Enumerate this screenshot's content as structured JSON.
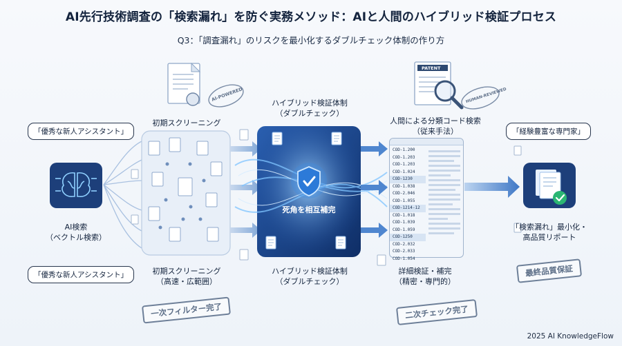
{
  "title": "AI先行技術調査の「検索漏れ」を防ぐ実務メソッド：AIと人間のハイブリッド検証プロセス",
  "subtitle": "Q3：「調査漏れ」のリスクを最小化するダブルチェック体制の作り方",
  "left": {
    "bubble_top": "「優秀な新人アシスタント」",
    "bubble_bottom": "「優秀な新人アシスタント」",
    "ai_label_line1": "AI検索",
    "ai_label_line2": "（ベクトル検索）",
    "screening_top": "初期スクリーニング",
    "screening_bottom_line1": "初期スクリーニング",
    "screening_bottom_line2": "（高速・広範囲）",
    "badge_text": "AI-POWERED",
    "stamp": "一次フィルター完了"
  },
  "center": {
    "top_line1": "ハイブリッド検証体制",
    "top_line2": "（ダブルチェック）",
    "bottom_line1": "ハイブリッド検証体制",
    "bottom_line2": "（ダブルチェック）",
    "core_label": "死角を相互補完"
  },
  "right": {
    "human_line1": "人間による分類コード検索",
    "human_line2": "（従来手法）",
    "patent_label": "PATENT",
    "badge_text": "HUMAN-REVIEWED",
    "codes": [
      "COD-1.200",
      "COD-1.203",
      "COD-1.203",
      "COD-1.024",
      "COD-1230",
      "COD-1.038",
      "COD-2.046",
      "COD-1.055",
      "COD-1214-12",
      "COD-1.018",
      "COD-1.039",
      "COD-1.059",
      "COD-1250",
      "COD-2.032",
      "COD-2.033",
      "COD-1.054"
    ],
    "highlighted_codes": [
      4,
      8,
      12
    ],
    "detail_line1": "詳細検証・補完",
    "detail_line2": "（精密・専門的）",
    "stamp": "二次チェック完了"
  },
  "far_right": {
    "bubble": "「経験豊富な専門家」",
    "result_line1": "「検索漏れ」最小化・",
    "result_line2": "高品質リポート",
    "stamp": "最終品質保証"
  },
  "footer": "2025 AI KnowledgeFlow",
  "colors": {
    "accent": "#1e63c7",
    "dark_tile": "#1d3f7a",
    "core": "#17468f",
    "glow": "#7fc4ff",
    "check": "#2bb673"
  }
}
